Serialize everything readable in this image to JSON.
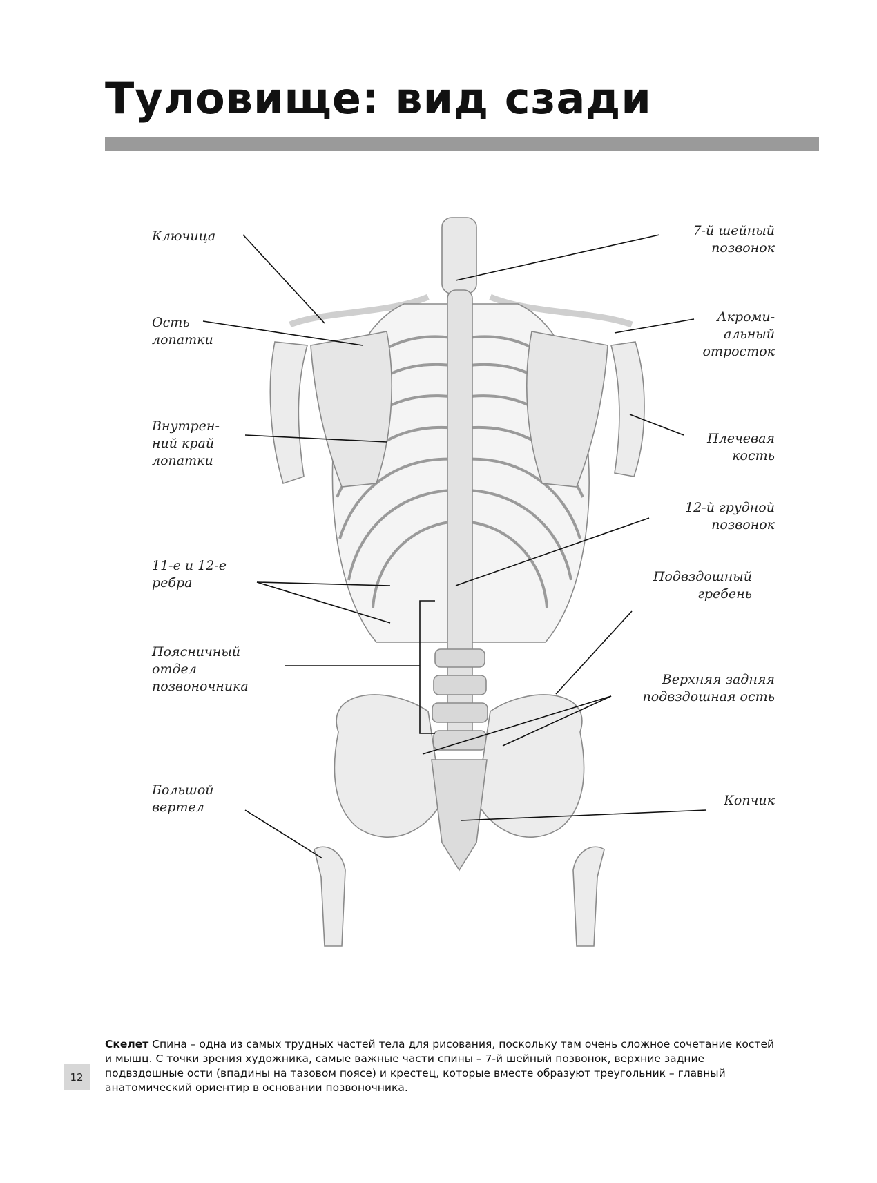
{
  "page": {
    "title": "Туловище: вид сзади",
    "page_number": "12"
  },
  "labels": {
    "clavicle": "Ключица",
    "scapula_spine": "Ость\nлопатки",
    "scapula_medial": "Внутрен-\nний край\nлопатки",
    "ribs_11_12": "11-е и 12-е\nребра",
    "lumbar": "Поясничный\nотдел\nпозвоночника",
    "trochanter": "Большой\nвертел",
    "c7": "7-й шейный\nпозвонок",
    "acromion": "Акроми-\nальный\nотросток",
    "humerus": "Плечевая\nкость",
    "t12": "12-й грудной\nпозвонок",
    "iliac_crest": "Подвздошный\nгребень",
    "psis": "Верхняя задняя\nподвздошная ость",
    "coccyx": "Копчик"
  },
  "caption": {
    "lead": "Скелет",
    "text": " Спина – одна из самых трудных частей тела для рисования, поскольку там очень сложное сочетание костей и мышц. С точки зрения художника, самые важные части спины – 7-й шейный позвонок, верхние задние подвздошные ости (впадины на тазовом поясе) и крестец, которые вместе образуют треугольник – главный анатомический ориентир в основании позвоночника."
  }
}
